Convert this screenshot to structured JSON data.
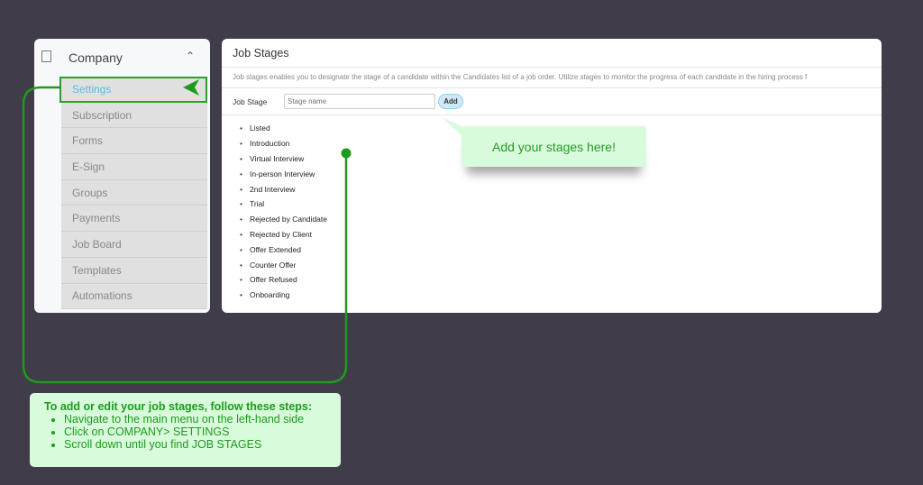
{
  "sidebar": {
    "section": "Company",
    "items": [
      "Settings",
      "Subscription",
      "Forms",
      "E-Sign",
      "Groups",
      "Payments",
      "Job Board",
      "Templates",
      "Automations"
    ]
  },
  "main": {
    "title": "Job Stages",
    "description": "Job stages enables you to designate the stage of a candidate within the Candidates list of a job order. Utilize stages to monitor the progress of each candidate in the hiring process f",
    "field_label": "Job Stage",
    "placeholder": "Stage name",
    "add_label": "Add",
    "stages": [
      "Listed",
      "Introduction",
      "Virtual Interview",
      "In-person Interview",
      "2nd Interview",
      "Trial",
      "Rejected by Candidate",
      "Rejected by Client",
      "Offer Extended",
      "Counter Offer",
      "Offer Refused",
      "Onboarding"
    ]
  },
  "callout": "Add your stages here!",
  "instructions": {
    "heading": "To add or edit your job stages, follow these steps:",
    "steps": [
      "Navigate to the main menu on the left-hand side",
      "Click on COMPANY> SETTINGS",
      "Scroll down until you find JOB STAGES"
    ]
  },
  "colors": {
    "accent_green": "#2ca02c",
    "link_blue": "#5bbbe8"
  }
}
